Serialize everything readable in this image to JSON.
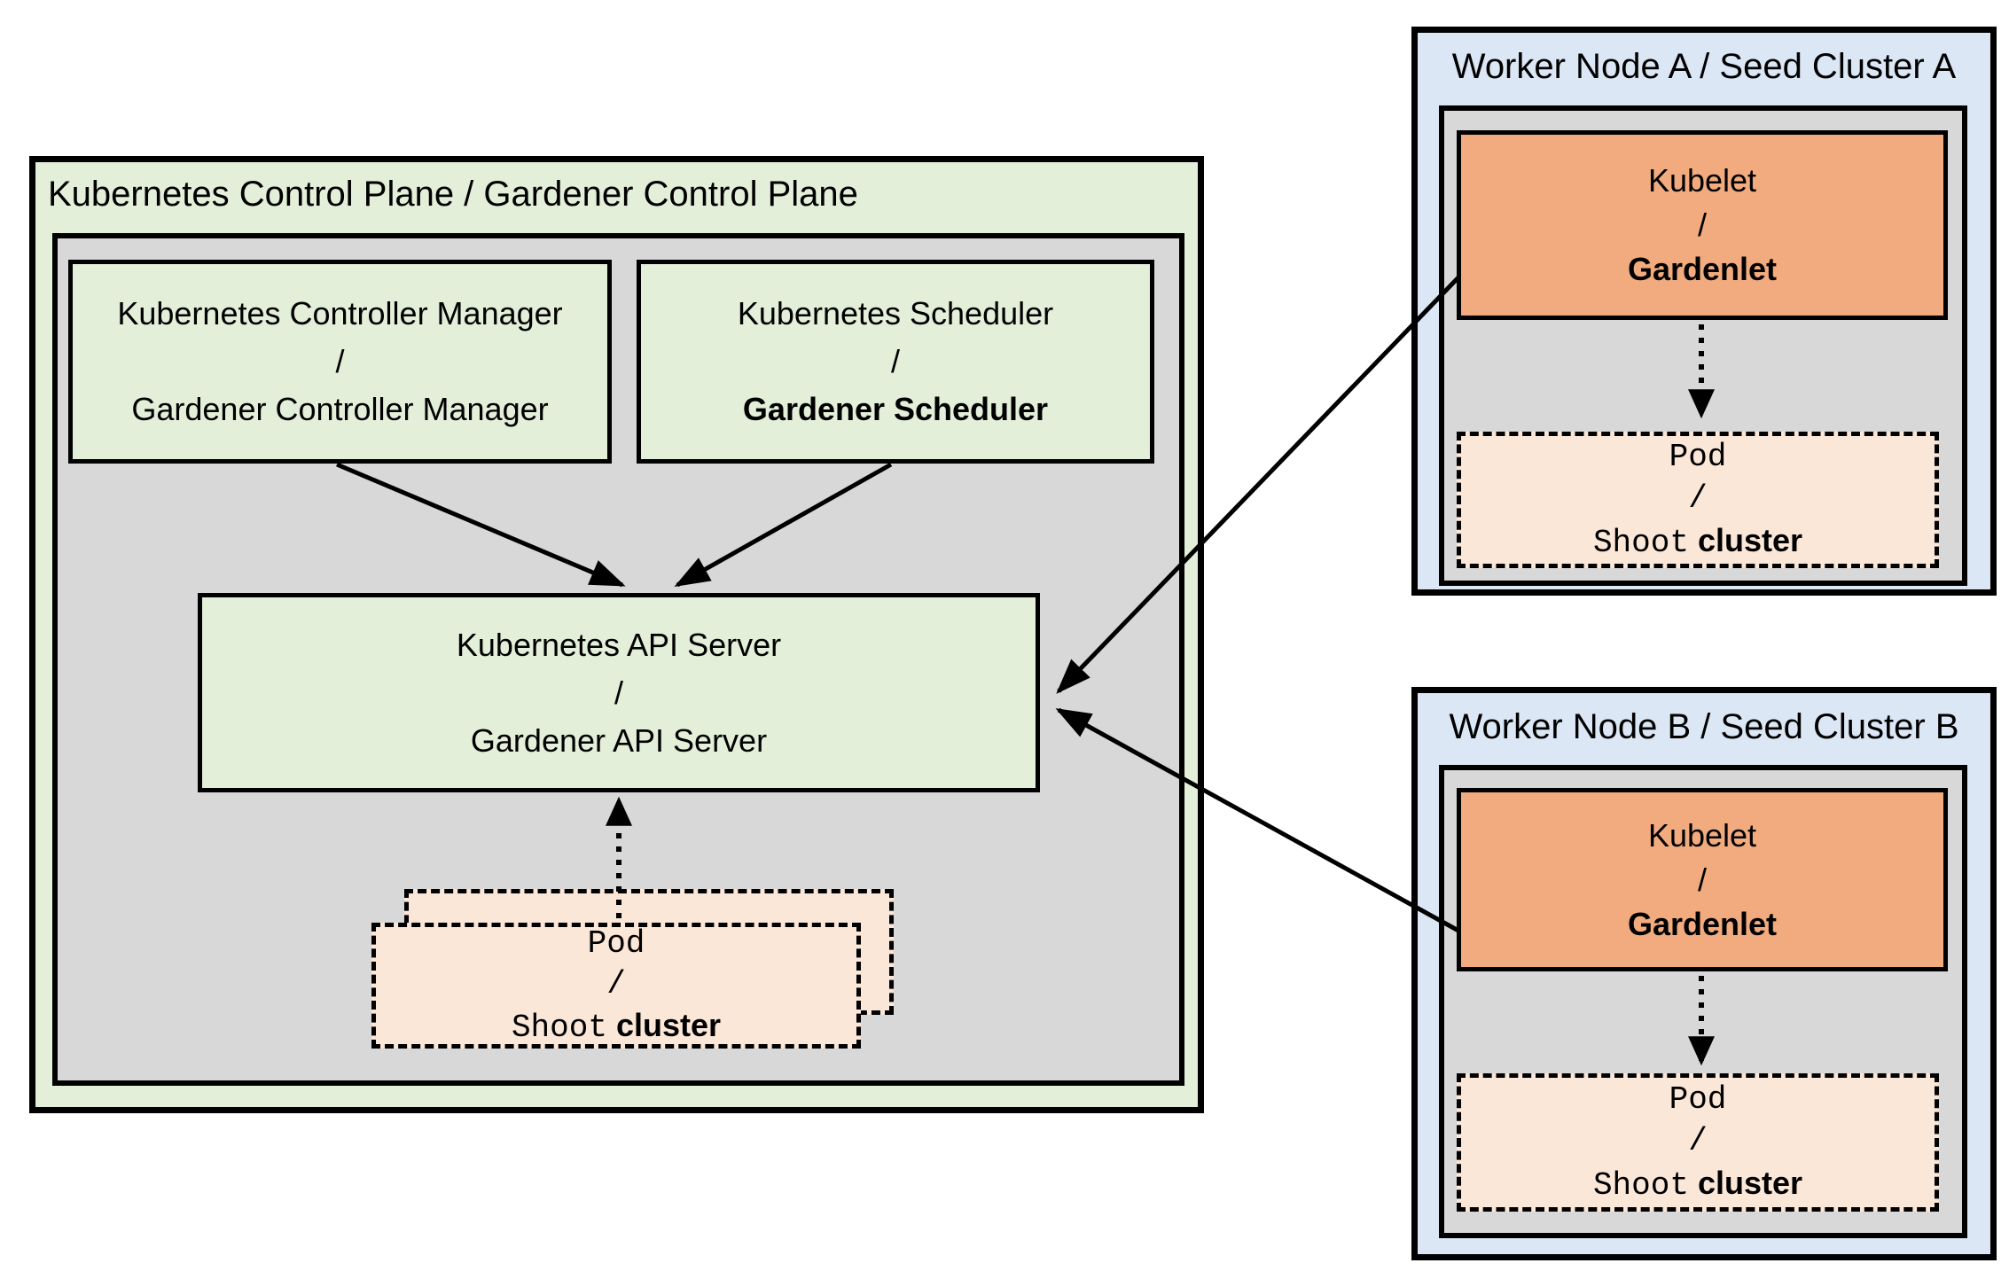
{
  "colors": {
    "panel_green": "#e3efd9",
    "panel_gray": "#d8d8d8",
    "panel_blue": "#dce7f5",
    "box_orange": "#f2ab7e",
    "box_peach": "#fbe7d8",
    "line_black": "#000000"
  },
  "control_plane": {
    "title": "Kubernetes Control Plane / Gardener Control Plane",
    "controller_manager": {
      "line1": "Kubernetes Controller Manager",
      "separator": "/",
      "line2": "Gardener Controller Manager"
    },
    "scheduler": {
      "line1": "Kubernetes Scheduler",
      "separator": "/",
      "line2": "Gardener Scheduler"
    },
    "api_server": {
      "line1": "Kubernetes API Server",
      "separator": "/",
      "line2": "Gardener API Server"
    },
    "pod_stack": {
      "line1": "Pod",
      "separator": "/",
      "line2_code": "Shoot",
      "line2_plain": "cluster"
    }
  },
  "workers": [
    {
      "title": "Worker Node A / Seed Cluster A",
      "kubelet": {
        "line1": "Kubelet",
        "separator": "/",
        "line2": "Gardenlet"
      },
      "pod": {
        "line1": "Pod",
        "separator": "/",
        "line2_code": "Shoot",
        "line2_plain": "cluster"
      }
    },
    {
      "title": "Worker Node B / Seed Cluster B",
      "kubelet": {
        "line1": "Kubelet",
        "separator": "/",
        "line2": "Gardenlet"
      },
      "pod": {
        "line1": "Pod",
        "separator": "/",
        "line2_code": "Shoot",
        "line2_plain": "cluster"
      }
    }
  ]
}
